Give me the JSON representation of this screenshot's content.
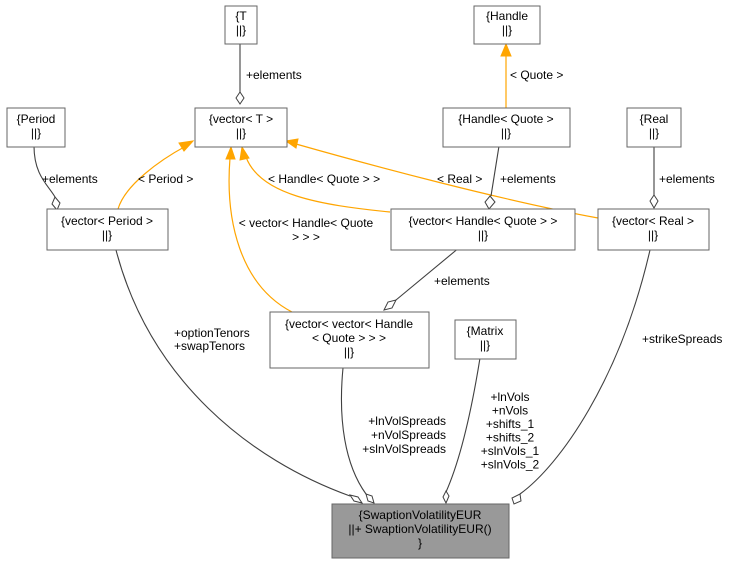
{
  "nodes": {
    "t": [
      "{T",
      "||}"
    ],
    "handle": [
      "{Handle",
      "||}"
    ],
    "vector_t": [
      "{vector< T >",
      "||}"
    ],
    "handle_quote": [
      "{Handle< Quote >",
      "||}"
    ],
    "period": [
      "{Period",
      "||}"
    ],
    "real": [
      "{Real",
      "||}"
    ],
    "vector_period": [
      "{vector< Period >",
      "||}"
    ],
    "vector_handle_quote": [
      "{vector< Handle< Quote > >",
      "||}"
    ],
    "vector_real": [
      "{vector< Real >",
      "||}"
    ],
    "vector_vector_handle_quote": [
      "{vector< vector< Handle",
      "< Quote > > >",
      "||}"
    ],
    "matrix": [
      "{Matrix",
      "||}"
    ],
    "swaption": [
      "{SwaptionVolatilityEUR",
      "||+ SwaptionVolatilityEUR()",
      "}"
    ]
  },
  "edge_labels": {
    "t_elements": [
      "+elements"
    ],
    "handle_quote_tmpl": [
      "< Quote >"
    ],
    "period_elements": [
      "+elements"
    ],
    "real_elements": [
      "+elements"
    ],
    "vector_period_tmpl": [
      "< Period >"
    ],
    "vector_handle_quote_tmpl": [
      "< Handle< Quote > >"
    ],
    "vector_real_tmpl": [
      "< Real >"
    ],
    "handle_quote_elements": [
      "+elements"
    ],
    "vector_vector_tmpl": [
      "< vector< Handle< Quote",
      "> > >"
    ],
    "vector_vector_elements": [
      "+elements"
    ],
    "tenors": [
      "+optionTenors",
      "+swapTenors"
    ],
    "strike_spreads": [
      "+strikeSpreads"
    ],
    "vol_spreads": [
      "+lnVolSpreads",
      "+nVolSpreads",
      "+slnVolSpreads"
    ],
    "matrix_members": [
      "+lnVols",
      "+nVols",
      "+shifts_1",
      "+shifts_2",
      "+slnVols_1",
      "+slnVols_2"
    ]
  }
}
